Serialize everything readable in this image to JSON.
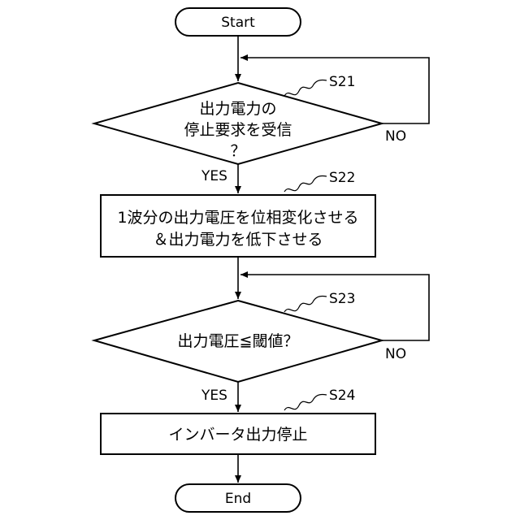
{
  "flowchart": {
    "start": "Start",
    "end": "End",
    "steps": {
      "s21": {
        "id": "S21",
        "lines": [
          "出力電力の",
          "停止要求を受信",
          "？"
        ],
        "yes": "YES",
        "no": "NO"
      },
      "s22": {
        "id": "S22",
        "lines": [
          "1波分の出力電圧を位相変化させる",
          "＆出力電力を低下させる"
        ]
      },
      "s23": {
        "id": "S23",
        "lines": [
          "出力電圧≦閾値？"
        ],
        "yes": "YES",
        "no": "NO"
      },
      "s24": {
        "id": "S24",
        "lines": [
          "インバータ出力停止"
        ]
      }
    }
  }
}
